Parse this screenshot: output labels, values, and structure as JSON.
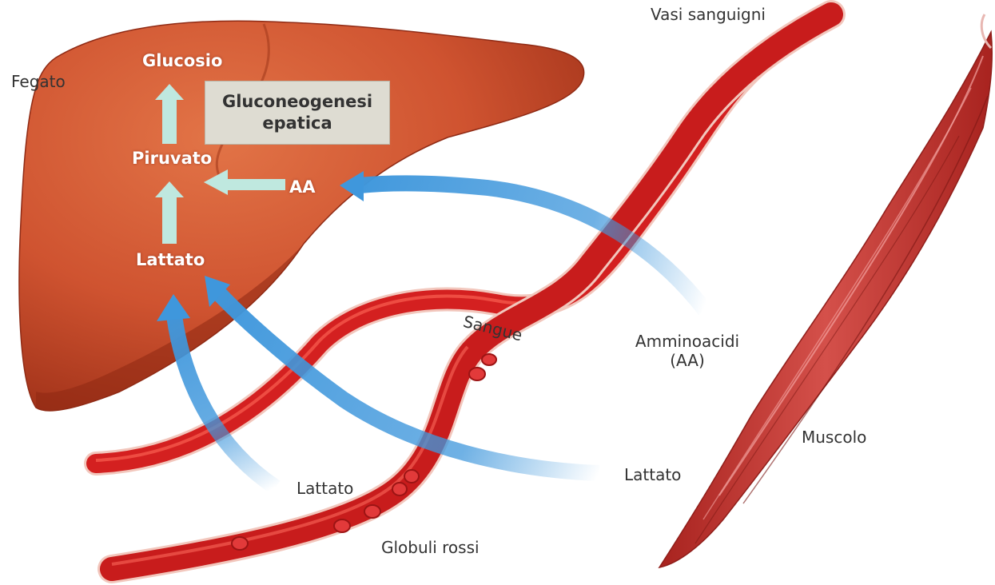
{
  "labels": {
    "fegato": "Fegato",
    "vasi_sanguigni": "Vasi sanguigni",
    "glucosio": "Glucosio",
    "gluconeogenesi_line1": "Gluconeogenesi",
    "gluconeogenesi_line2": "epatica",
    "piruvato": "Piruvato",
    "aa": "AA",
    "lattato_liver": "Lattato",
    "sangue": "Sangue",
    "amminoacidi_line1": "Amminoacidi",
    "amminoacidi_line2": "(AA)",
    "muscolo": "Muscolo",
    "lattato_right": "Lattato",
    "lattato_bottom": "Lattato",
    "globuli_rossi": "Globuli rossi"
  },
  "colors": {
    "liver": "#d0552e",
    "vessel": "#d42020",
    "muscle": "#c83a35",
    "internal_arrow": "#bfe8df",
    "blue_arrow": "#3f97dc"
  }
}
